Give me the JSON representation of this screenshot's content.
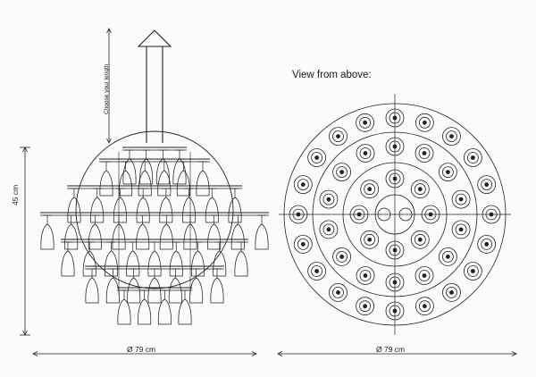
{
  "labels": {
    "view_from_above": "View from above:",
    "height": "45 cm",
    "choose_length": "Choose your length",
    "side_diameter": "Ø 79 cm",
    "top_diameter": "Ø 79 cm"
  },
  "colors": {
    "line": "#222222",
    "background": "#fbfbf9"
  }
}
